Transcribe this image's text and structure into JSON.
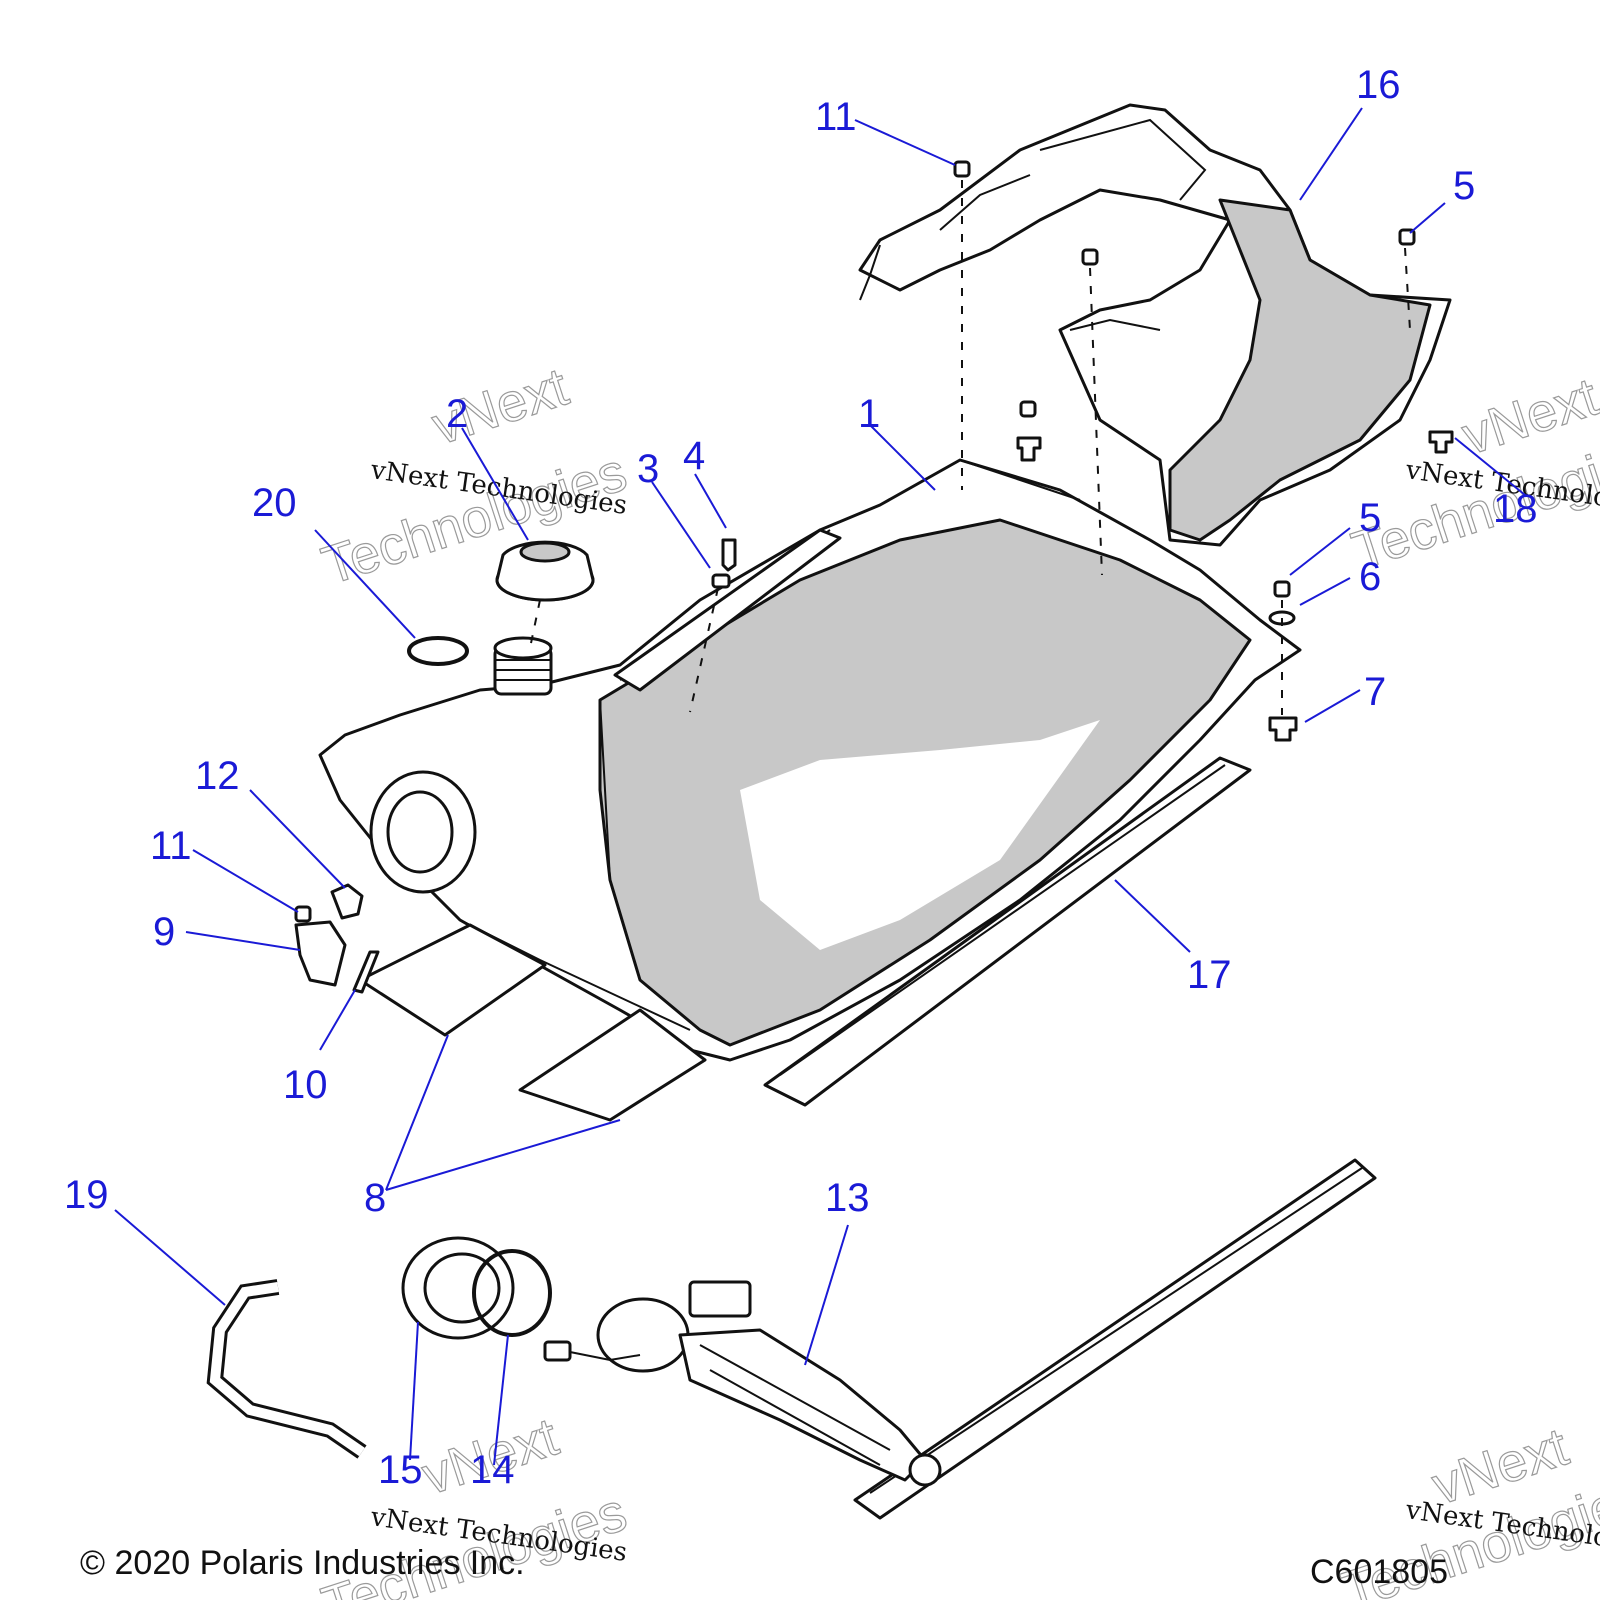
{
  "callouts": [
    {
      "id": "c1",
      "label": "1"
    },
    {
      "id": "c2",
      "label": "2"
    },
    {
      "id": "c3",
      "label": "3"
    },
    {
      "id": "c4",
      "label": "4"
    },
    {
      "id": "c5a",
      "label": "5"
    },
    {
      "id": "c5b",
      "label": "5"
    },
    {
      "id": "c6",
      "label": "6"
    },
    {
      "id": "c7",
      "label": "7"
    },
    {
      "id": "c8",
      "label": "8"
    },
    {
      "id": "c9",
      "label": "9"
    },
    {
      "id": "c10",
      "label": "10"
    },
    {
      "id": "c11a",
      "label": "11"
    },
    {
      "id": "c11b",
      "label": "11"
    },
    {
      "id": "c12",
      "label": "12"
    },
    {
      "id": "c13",
      "label": "13"
    },
    {
      "id": "c14",
      "label": "14"
    },
    {
      "id": "c15",
      "label": "15"
    },
    {
      "id": "c16",
      "label": "16"
    },
    {
      "id": "c17",
      "label": "17"
    },
    {
      "id": "c18",
      "label": "18"
    },
    {
      "id": "c19",
      "label": "19"
    },
    {
      "id": "c20",
      "label": "20"
    }
  ],
  "watermark": {
    "script_text": "vNext Technologies",
    "outline_line1": "vNext",
    "outline_line2": "Technologies"
  },
  "footer": {
    "copyright": "© 2020 Polaris Industries Inc.",
    "drawing_number": "C601805"
  },
  "colors": {
    "callout": "#1a1ad6",
    "line": "#111111",
    "shade": "#c8c8c8"
  }
}
